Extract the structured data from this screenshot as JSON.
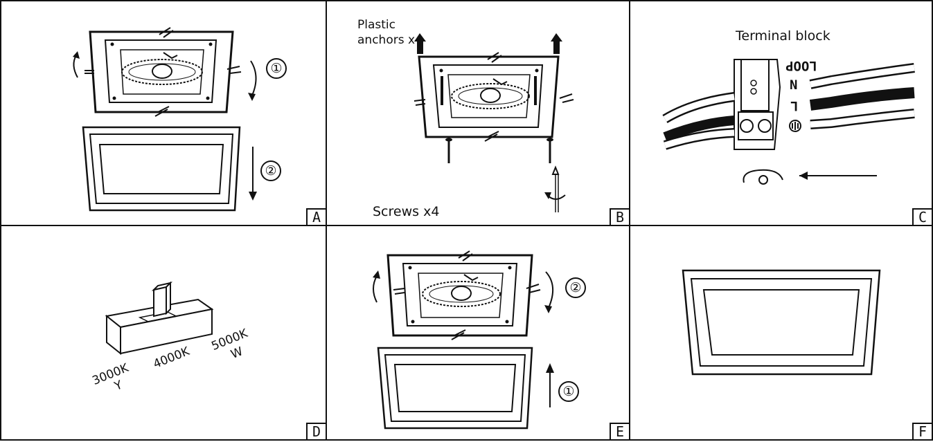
{
  "panels": {
    "a": {
      "letter": "A",
      "step1": "①",
      "step2": "②"
    },
    "b": {
      "letter": "B",
      "anchors_line1": "Plastic",
      "anchors_line2": "anchors x4",
      "screws": "Screws x4"
    },
    "c": {
      "letter": "C",
      "title": "Terminal block",
      "loop": "LOOP",
      "n": "N",
      "l": "L"
    },
    "d": {
      "letter": "D",
      "t1": "3000K",
      "t1_sub": "Y",
      "t2": "4000K",
      "t3": "5000K",
      "t3_sub": "W"
    },
    "e": {
      "letter": "E",
      "step1": "①",
      "step2": "②"
    },
    "f": {
      "letter": "F"
    }
  }
}
